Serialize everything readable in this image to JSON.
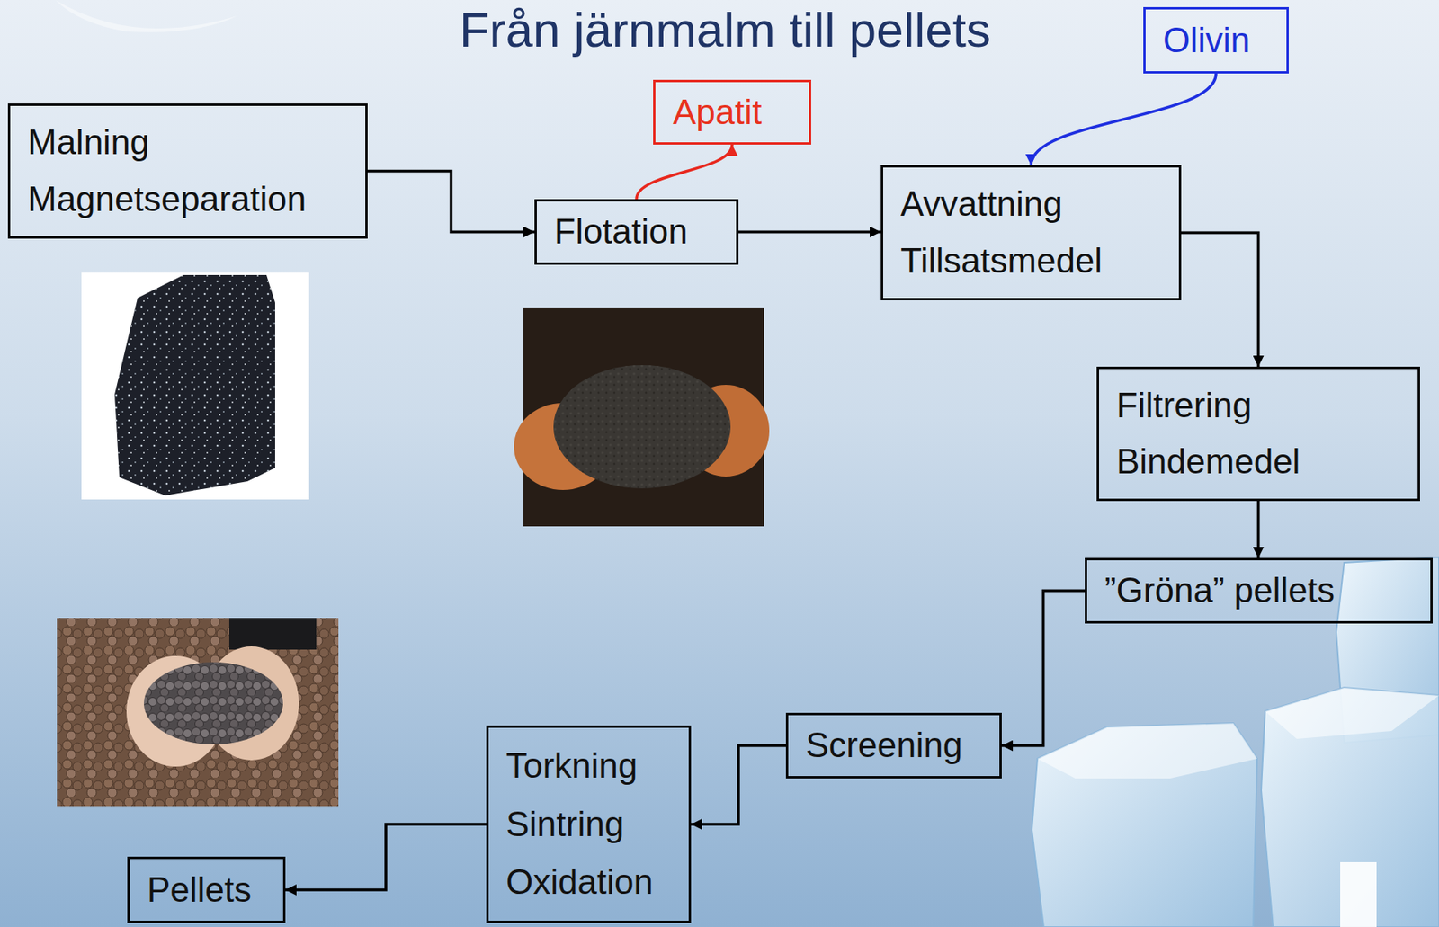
{
  "diagram": {
    "title": "Från järnmalm till pellets",
    "nodes": [
      {
        "text": [
          "Malning",
          "Magnetseparation"
        ]
      },
      {
        "text": [
          "Flotation"
        ]
      },
      {
        "text": [
          "Apatit"
        ]
      },
      {
        "text": [
          "Olivin"
        ]
      },
      {
        "text": [
          "Avvattning",
          "Tillsatsmedel"
        ]
      },
      {
        "text": [
          "Filtrering",
          "Bindemedel"
        ]
      },
      {
        "text": [
          "”Gröna” pellets"
        ]
      },
      {
        "text": [
          "Screening"
        ]
      },
      {
        "text": [
          "Torkning",
          "Sintring",
          "Oxidation"
        ]
      },
      {
        "text": [
          "Pellets"
        ]
      }
    ],
    "edges": [
      {
        "from": 0,
        "to": 1,
        "arrow": "to"
      },
      {
        "from": 1,
        "to": 2,
        "arrow": "to"
      },
      {
        "from": 1,
        "to": 4,
        "arrow": "to"
      },
      {
        "from": 3,
        "to": 4,
        "arrow": "to"
      },
      {
        "from": 4,
        "to": 5,
        "arrow": "to"
      },
      {
        "from": 5,
        "to": 6,
        "arrow": "to"
      },
      {
        "from": 6,
        "to": 7,
        "arrow": "to"
      },
      {
        "from": 7,
        "to": 8,
        "arrow": "to"
      },
      {
        "from": 8,
        "to": 9,
        "arrow": "to"
      }
    ]
  }
}
